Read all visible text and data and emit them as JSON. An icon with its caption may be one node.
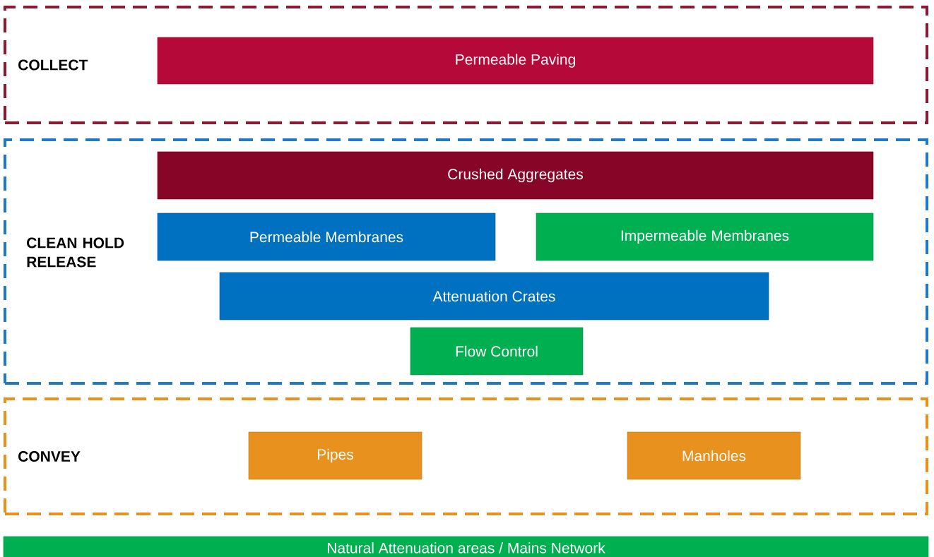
{
  "diagram": {
    "nodes": [
      {
        "text": [
          "COLLECT"
        ]
      },
      {
        "text": [
          "Permeable Paving"
        ],
        "in": 0
      },
      {
        "text": [
          "CLEAN HOLD RELEASE"
        ]
      },
      {
        "text": [
          "Crushed Aggregates"
        ],
        "in": 2
      },
      {
        "text": [
          "Permeable Membranes"
        ],
        "in": 2
      },
      {
        "text": [
          "Impermeable Membranes"
        ],
        "in": 2
      },
      {
        "text": [
          "Attenuation Crates"
        ],
        "in": 2
      },
      {
        "text": [
          "Flow Control"
        ],
        "in": 2
      },
      {
        "text": [
          "CONVEY"
        ]
      },
      {
        "text": [
          "Pipes"
        ],
        "in": 8
      },
      {
        "text": [
          "Manholes"
        ],
        "in": 8
      },
      {
        "text": [
          "Natural Attenuation areas / Mains Network"
        ]
      }
    ]
  }
}
